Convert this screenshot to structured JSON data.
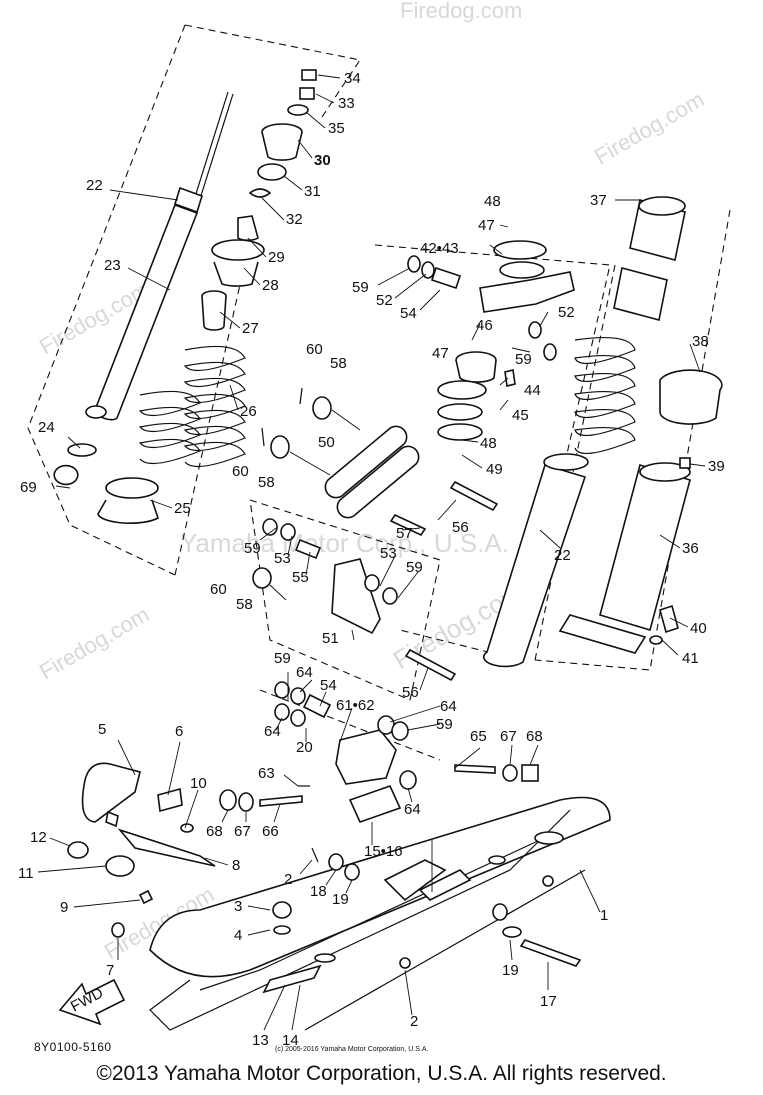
{
  "watermarks": {
    "brand": "Firedog.com",
    "faint": "Yamaha Motor Corp., U.S.A."
  },
  "callouts": {
    "c1": "1",
    "c2": "2",
    "c2b": "2",
    "c3": "3",
    "c4": "4",
    "c5": "5",
    "c6": "6",
    "c7": "7",
    "c8": "8",
    "c9": "9",
    "c10": "10",
    "c11": "11",
    "c12": "12",
    "c13": "13",
    "c14": "14",
    "c15_16": "15•16",
    "c17": "17",
    "c18": "18",
    "c19a": "19",
    "c19b": "19",
    "c20": "20",
    "c22a": "22",
    "c22b": "22",
    "c23": "23",
    "c24": "24",
    "c25": "25",
    "c26": "26",
    "c27": "27",
    "c28": "28",
    "c29": "29",
    "c30": "30",
    "c31": "31",
    "c32": "32",
    "c33": "33",
    "c34": "34",
    "c35": "35",
    "c36": "36",
    "c37": "37",
    "c38": "38",
    "c39": "39",
    "c40": "40",
    "c41": "41",
    "c42_43": "42•43",
    "c44": "44",
    "c45": "45",
    "c46": "46",
    "c47a": "47",
    "c47b": "47",
    "c48a": "48",
    "c48b": "48",
    "c49": "49",
    "c50": "50",
    "c51": "51",
    "c52a": "52",
    "c52b": "52",
    "c53a": "53",
    "c53b": "53",
    "c54a": "54",
    "c54b": "54",
    "c55": "55",
    "c56a": "56",
    "c56b": "56",
    "c57": "57",
    "c58a": "58",
    "c58b": "58",
    "c58c": "58",
    "c59a": "59",
    "c59b": "59",
    "c59c": "59",
    "c59d": "59",
    "c59e": "59",
    "c59f": "59",
    "c60a": "60",
    "c60b": "60",
    "c60c": "60",
    "c61_62": "61•62",
    "c63": "63",
    "c64a": "64",
    "c64b": "64",
    "c64c": "64",
    "c64d": "64",
    "c65": "65",
    "c66": "66",
    "c67a": "67",
    "c67b": "67",
    "c68a": "68",
    "c68b": "68",
    "c69": "69",
    "fwd": "FWD"
  },
  "part_code": "8Y0100-5160",
  "small_copyright": "(c) 2005-2016 Yamaha Motor Corporation, U.S.A.",
  "footer": "©2013 Yamaha Motor Corporation, U.S.A. All rights reserved."
}
